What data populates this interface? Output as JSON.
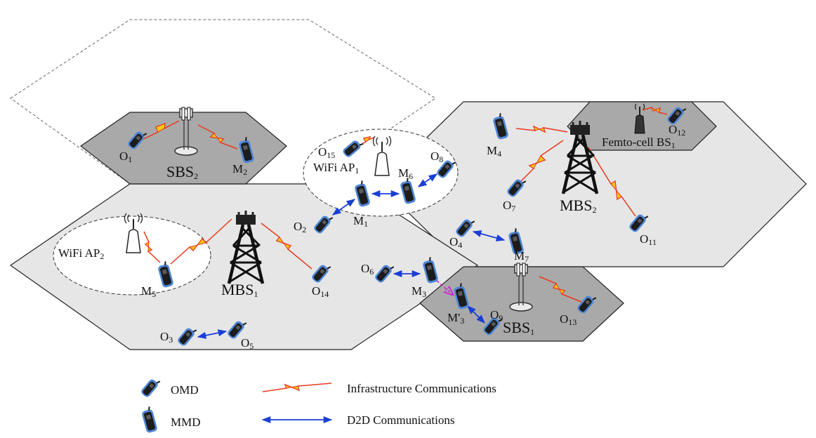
{
  "base_stations": {
    "mbs1": "MBS1",
    "mbs2": "MBS2",
    "sbs1": "SBS1",
    "sbs2": "SBS2",
    "femto": "Femto-cell BS1",
    "wifi1": "WiFi AP1",
    "wifi2": "WiFi AP2"
  },
  "devices": {
    "O1": "O1",
    "O2": "O2",
    "O3": "O3",
    "O4": "O4",
    "O5": "O5",
    "O6": "O6",
    "O7": "O7",
    "O8": "O8",
    "O9": "O9",
    "O11": "O11",
    "O12": "O12",
    "O13": "O13",
    "O14": "O14",
    "O15": "O15",
    "M1": "M1",
    "M2": "M2",
    "M3": "M3",
    "M3p": "M'3",
    "M4": "M4",
    "M5": "M5",
    "M6": "M6",
    "M7": "M7"
  },
  "legend": {
    "omd": "OMD",
    "mmd": "MMD",
    "infra": "Infrastructure Communications",
    "d2d": "D2D Communications"
  },
  "colors": {
    "infra_link": "#e83a1c",
    "infra_bolt": "#f5c518",
    "d2d_link": "#1a3fd6",
    "move_link": "#d020d0",
    "cell_fill_macro": "#e8e8e8",
    "cell_fill_small": "#a9a9a9",
    "device_fill": "#1c1c1c",
    "device_glow": "#4f86d6"
  }
}
